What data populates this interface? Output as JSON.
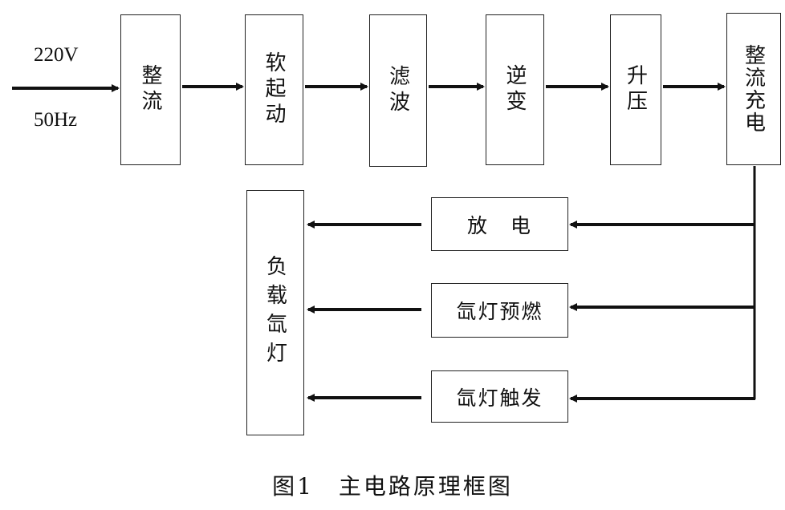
{
  "input": {
    "voltage": "220V",
    "frequency": "50Hz"
  },
  "top_chain": [
    {
      "id": "rectifier",
      "label": "整流"
    },
    {
      "id": "soft-start",
      "label": "软起动"
    },
    {
      "id": "filter",
      "label": "滤波"
    },
    {
      "id": "inverter",
      "label": "逆变"
    },
    {
      "id": "boost",
      "label": "升压"
    },
    {
      "id": "rectify-charge",
      "label": "整流充电"
    }
  ],
  "branches": [
    {
      "id": "discharge",
      "label": "放　电"
    },
    {
      "id": "xenon-preignition",
      "label": "氙灯预燃"
    },
    {
      "id": "xenon-trigger",
      "label": "氙灯触发"
    }
  ],
  "load": {
    "label": "负载氙灯"
  },
  "caption": "图1　主电路原理框图"
}
